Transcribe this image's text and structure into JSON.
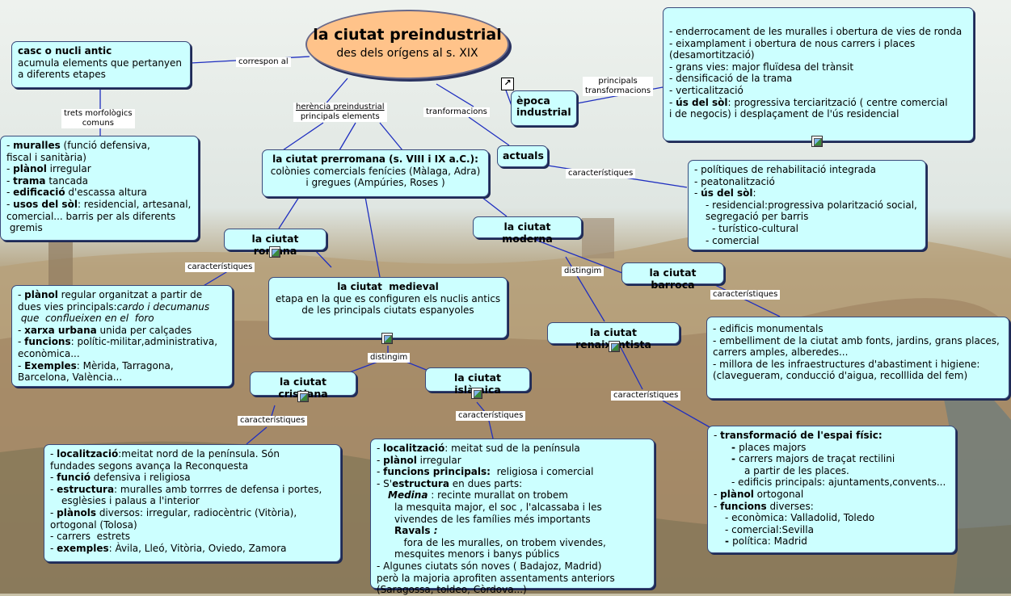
{
  "root": {
    "title": "la ciutat preindustrial",
    "subtitle": "des dels orígens al s. XIX"
  },
  "nucli": {
    "title": "casc o nucli antic",
    "lines": [
      "acumula elements que pertanyen",
      "a diferents etapes"
    ]
  },
  "trets": {
    "l1a": "muralles",
    "l1b": " (funció defensiva,",
    "l2": "fiscal i sanitària)",
    "l3a": "plànol",
    "l3b": " irregular",
    "l4a": "trama",
    "l4b": " tancada",
    "l5a": "edificació",
    "l5b": " d'escassa altura",
    "l6a": "usos del sòl",
    "l6b": ": residencial, artesanal,",
    "l7": "comercial... barris per als diferents",
    "l8": " gremis"
  },
  "epoca": {
    "label": "època\nindustrial"
  },
  "epoca_box": {
    "lines": [
      "- enderrocament de les muralles i obertura  de vies de ronda",
      "- eixamplament   i obertura de nous carrers i places",
      "(desamortització)",
      "- grans vies: major fluïdesa del trànsit",
      "- densificació de la trama",
      "- verticalització"
    ],
    "l7a": "ús del  sòl",
    "l7b": ": progressiva terciarització ( centre comercial",
    "l8": "i de negocis) i desplaçament de l'ús  residencial"
  },
  "actuals": {
    "label": "actuals"
  },
  "actuals_box": {
    "l1": "- polítiques de rehabilitació integrada",
    "l2": "- peatonalització",
    "l3a": "ús del  sòl",
    "l3b": ":",
    "l4": "residencial:progressiva polarització social,",
    "l5": "segregació per barris",
    "l6": "turístico-cultural",
    "l7": "- comercial"
  },
  "prerromana": {
    "title": "la ciutat prerromana (s. VIII i IX a.C.):",
    "lines": [
      "colònies comercials fenícies (Màlaga, Adra)",
      "i gregues (Ampúries, Roses )"
    ]
  },
  "romana": {
    "title": "la ciutat romana"
  },
  "romana_box": {
    "l1a": "plànol",
    "l1b": " regular organitzat a partir de",
    "l2a": "dues vies principals:",
    "l2b": "cardo i decumanus",
    "l3": " que  conflueixen en el  foro",
    "l4a": "xarxa  urbana",
    "l4b": " unida per calçades",
    "l5a": "funcions",
    "l5b": ": polític-militar,administrativa,",
    "l6": "econòmica...",
    "l7a": "Exemples",
    "l7b": ": Mèrida, Tarragona,",
    "l8": "Barcelona, València..."
  },
  "medieval": {
    "title": "la ciutat  medieval",
    "lines": [
      "etapa en la que es configuren els nuclis antics",
      "de les principals ciutats espanyoles"
    ]
  },
  "moderna": {
    "title": "la ciutat moderna"
  },
  "barroca": {
    "title": "la ciutat barroca"
  },
  "barroca_box": {
    "lines": [
      "- edificis monumentals",
      "- embelliment de la ciutat amb fonts, jardins, grans places,",
      "carrers amples, alberedes...",
      "- millora de les infraestructures d'abastiment i higiene:",
      "(clavegueram, conducció d'aigua, recolllida del fem)"
    ]
  },
  "renaixentista": {
    "title": "la ciutat renaixentista"
  },
  "renaix_box": {
    "l1": "transformació de l'espai físic:",
    "l2": "places majors",
    "l3": "carrers majors de traçat rectilini",
    "l4": "a partir de les places.",
    "l5": "- edificis principals: ajuntaments,convents...",
    "l6a": "plànol",
    "l6b": " ortogonal",
    "l7a": "funcions",
    "l7b": " diverses:",
    "l8": "- econòmica: Valladolid, Toledo",
    "l9": "- comercial:Sevilla",
    "l10": "política: Madrid"
  },
  "cristiana": {
    "title": "la ciutat cristiana"
  },
  "cristiana_box": {
    "l1a": "localització",
    "l1b": ":meitat nord de la península. Són",
    "l2": "fundades segons avança la Reconquesta",
    "l3a": "funció",
    "l3b": " defensiva i religiosa",
    "l4a": "estructura",
    "l4b": ": muralles amb  torrres de defensa i  portes,",
    "l5": "esglèsies i palaus a l'interior",
    "l6a": "plànols",
    "l6b": " diversos: irregular, radiocèntric (Vitòria),",
    "l7": "ortogonal (Tolosa)",
    "l8": "- carrers  estrets",
    "l9a": "exemples",
    "l9b": ": Àvila, Lleó, Vitòria, Oviedo, Zamora"
  },
  "islamica": {
    "title": "la ciutat islàmica"
  },
  "islamica_box": {
    "l1a": "localització",
    "l1b": ": meitat sud de la península",
    "l2a": "plànol",
    "l2b": " irregular",
    "l3a": "funcions principals:",
    "l3b": "  religiosa i comercial",
    "l4a": "- S'",
    "l4b": "estructura",
    "l4c": " en dues parts:",
    "l5a": "Medina",
    "l5b": " : recinte murallat on trobem",
    "l6": "la mesquita major, el soc , l'alcassaba i les",
    "l7": "vivendes de les famílies més importants",
    "l8a": "Ravals",
    "l8b": " :",
    "l8c": "   fora de les muralles, on trobem vivendes,",
    "l9": "mesquites menors i banys públics",
    "l10": "- Algunes ciutats són noves ( Badajoz, Madrid)",
    "l11": "però la majoria aprofiten assentaments anteriors",
    "l12": "(Saragossa, toldeo, Còrdova...)"
  },
  "links": {
    "correspon": "correspon al",
    "trets1": "trets morfològics",
    "trets2": "comuns",
    "heritage1": "herència preindustrial",
    "heritage2": "principals elements",
    "transf": "tranformacions",
    "princ1": "principals",
    "princ2": "transformacions",
    "caract_actuals": "característiques",
    "caract_romana": "característiques",
    "distingim_mod": "distingim",
    "caract_barroca": "característiques",
    "distingim_med": "distingim",
    "caract_renaix": "característiques",
    "caract_crist": "característiques",
    "caract_islam": "característiques"
  },
  "icons": [
    "picture-icon",
    "shortcut-arrow-icon"
  ]
}
